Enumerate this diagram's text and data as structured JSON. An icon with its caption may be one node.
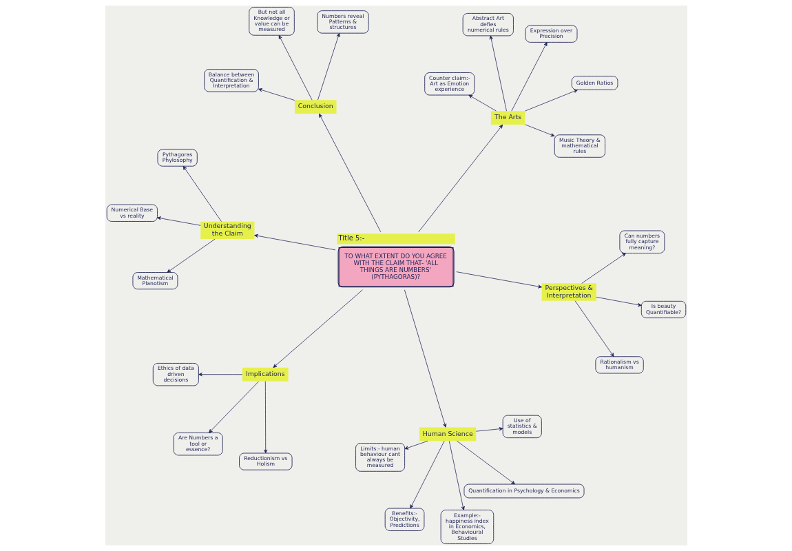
{
  "diagram": {
    "nodes": [
      {
        "text": [
          "Title 5:-",
          "TO WHAT EXTENT DO YOU AGREE WITH THE CLAIM THAT- 'ALL THINGS ARE NUMBERS' (PYTHAGORAS)?"
        ]
      },
      {
        "text": [
          "The Arts"
        ]
      },
      {
        "text": [
          "Music Theory & mathematical rules"
        ]
      },
      {
        "text": [
          "Abstract Art defies numerical rules"
        ]
      },
      {
        "text": [
          "Counter claim:- Art as Emotion experience"
        ]
      },
      {
        "text": [
          "Golden Ratios"
        ]
      },
      {
        "text": [
          "Expression over Precision"
        ]
      },
      {
        "text": [
          "Implications"
        ]
      },
      {
        "text": [
          "Ethics of data driven decisions"
        ]
      },
      {
        "text": [
          "Are Numbers a tool or essence?"
        ]
      },
      {
        "text": [
          "Reductionism vs Holism"
        ]
      },
      {
        "text": [
          "Understanding the Claim"
        ]
      },
      {
        "text": [
          "Numerical Base vs reality"
        ]
      },
      {
        "text": [
          "Mathematical Planotism"
        ]
      },
      {
        "text": [
          "Pythagoras Phylosophy"
        ]
      },
      {
        "text": [
          "Conclusion"
        ]
      },
      {
        "text": [
          "Balance between Quantification & Interpretation"
        ]
      },
      {
        "text": [
          "But not all Knowledge or value can be measured"
        ]
      },
      {
        "text": [
          "Numbers reveal Patterns & structures"
        ]
      },
      {
        "text": [
          "Perspectives & Interpretation"
        ]
      },
      {
        "text": [
          "Can numbers fully capture meaning?"
        ]
      },
      {
        "text": [
          "Is beauty Quantifiable?"
        ]
      },
      {
        "text": [
          "Rationalism vs humanism"
        ]
      },
      {
        "text": [
          "Human Science"
        ]
      },
      {
        "text": [
          "Benefits:- Objectivity, Predictions"
        ]
      },
      {
        "text": [
          "Limits:- human behaviour cant always be measured"
        ]
      },
      {
        "text": [
          "Example:- happiness index in Economics, Behavioural Studies"
        ]
      },
      {
        "text": [
          "Use of statistics & models"
        ]
      },
      {
        "text": [
          "Quantification in Psychology & Economics"
        ]
      }
    ],
    "edges": [
      {
        "from": 0,
        "to": 1,
        "arrow": "to"
      },
      {
        "from": 1,
        "to": 2,
        "arrow": "to"
      },
      {
        "from": 1,
        "to": 3,
        "arrow": "to"
      },
      {
        "from": 1,
        "to": 4,
        "arrow": "to"
      },
      {
        "from": 1,
        "to": 5,
        "arrow": "to"
      },
      {
        "from": 1,
        "to": 6,
        "arrow": "to"
      },
      {
        "from": 0,
        "to": 7,
        "arrow": "to"
      },
      {
        "from": 7,
        "to": 8,
        "arrow": "to"
      },
      {
        "from": 7,
        "to": 9,
        "arrow": "to"
      },
      {
        "from": 7,
        "to": 10,
        "arrow": "to"
      },
      {
        "from": 0,
        "to": 11,
        "arrow": "to"
      },
      {
        "from": 11,
        "to": 12,
        "arrow": "to"
      },
      {
        "from": 11,
        "to": 13,
        "arrow": "to"
      },
      {
        "from": 11,
        "to": 14,
        "arrow": "to"
      },
      {
        "from": 0,
        "to": 15,
        "arrow": "to"
      },
      {
        "from": 15,
        "to": 16,
        "arrow": "to"
      },
      {
        "from": 15,
        "to": 17,
        "arrow": "to"
      },
      {
        "from": 15,
        "to": 18,
        "arrow": "to"
      },
      {
        "from": 0,
        "to": 19,
        "arrow": "to"
      },
      {
        "from": 19,
        "to": 20,
        "arrow": "to"
      },
      {
        "from": 19,
        "to": 21,
        "arrow": "to"
      },
      {
        "from": 19,
        "to": 22,
        "arrow": "to"
      },
      {
        "from": 0,
        "to": 23,
        "arrow": "to"
      },
      {
        "from": 23,
        "to": 24,
        "arrow": "to"
      },
      {
        "from": 23,
        "to": 25,
        "arrow": "to"
      },
      {
        "from": 23,
        "to": 26,
        "arrow": "to"
      },
      {
        "from": 23,
        "to": 27,
        "arrow": "to"
      },
      {
        "from": 23,
        "to": 28,
        "arrow": "to"
      }
    ]
  }
}
